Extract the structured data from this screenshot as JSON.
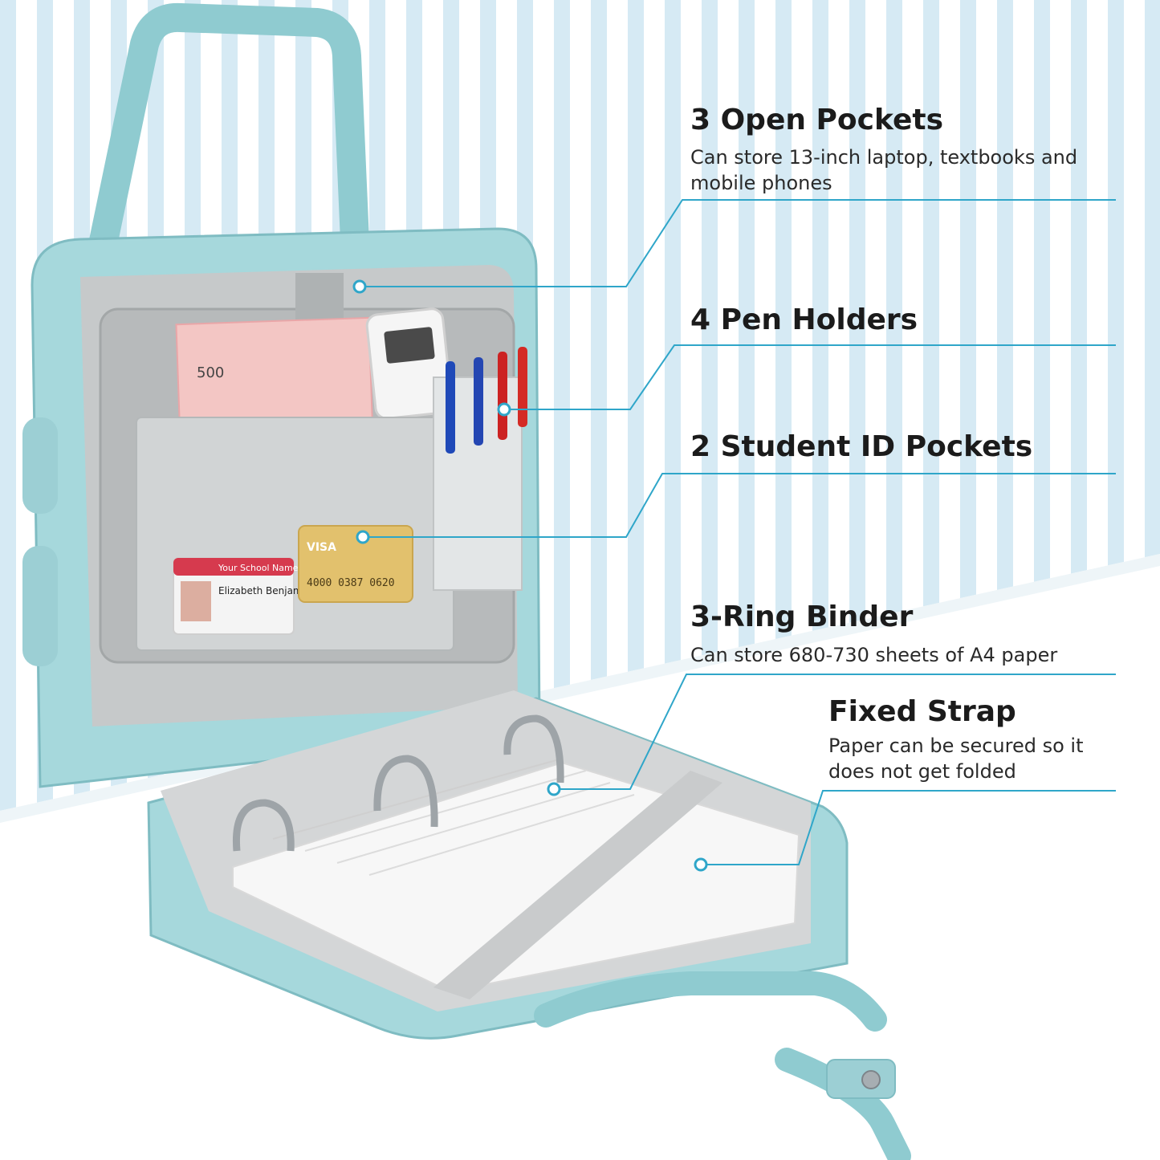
{
  "colors": {
    "accent_line": "#2fa6c9",
    "bag_teal": "#a6d8dc",
    "lining_gray": "#c6c9ca",
    "stripe_blue": "#d6eaf4",
    "text": "#1b1b1b"
  },
  "features": [
    {
      "title": "3 Open Pockets",
      "desc": "Can store 13-inch laptop, textbooks and mobile phones"
    },
    {
      "title": "4 Pen Holders",
      "desc": ""
    },
    {
      "title": "2 Student ID Pockets",
      "desc": ""
    },
    {
      "title": "3-Ring Binder",
      "desc": "Can store 680-730 sheets of A4 paper"
    },
    {
      "title": "Fixed Strap",
      "desc": "Paper can be secured so it does not get folded"
    }
  ],
  "product_photo": {
    "id_card": {
      "school": "Your School Name",
      "name": "Elizabeth Benjamin"
    },
    "bank_card": {
      "brand": "VISA",
      "number": "4000 0387 0620"
    },
    "notebook": {
      "label": "500"
    }
  }
}
